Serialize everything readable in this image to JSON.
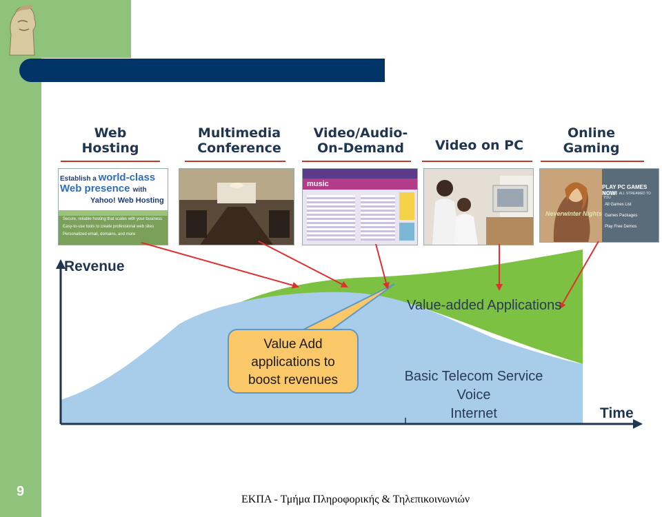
{
  "page": {
    "number": "9",
    "footer": "ΕΚΠΑ - Τμήμα Πληροφορικής & Τηλεπικοινωνιών"
  },
  "colors": {
    "green_bar": "#8fc37c",
    "title_bar": "#003366",
    "area_green": "#7dc142",
    "area_blue": "#a7cdea",
    "arrow": "#e02f2f",
    "callout": "#fbc869",
    "callout_border": "#5c97c6"
  },
  "categories": [
    {
      "label": "Web\nHosting"
    },
    {
      "label": "Multimedia\nConference"
    },
    {
      "label": "Video/Audio-\nOn-Demand"
    },
    {
      "label": "Video on PC"
    },
    {
      "label": "Online\nGaming"
    }
  ],
  "thumbs": {
    "web": {
      "line1a": "Establish a",
      "line1b": "world-class",
      "line2a": "Web presence",
      "line2b": "with",
      "line3": "Yahoo! Web Hosting",
      "bullets": [
        "Secure, reliable hosting that scales with your business",
        "Easy-to-use tools to create professional web sites",
        "Personalized email, domains, and more"
      ]
    },
    "vod": {
      "banner": "music"
    },
    "game": {
      "headline": "PLAY PC GAMES NOW!",
      "subline": "NO CDs · ALL STREAMED TO YOU",
      "menu": [
        "All Games List",
        "Games Packages",
        "Play Free Demos"
      ],
      "logo": "Neverwinter Nights"
    }
  },
  "diagram": {
    "y_label": "Revenue",
    "x_label": "Time",
    "upper_area_label": "Value-added Applications",
    "lower_area_label": [
      "Basic Telecom Service",
      "Voice",
      "Internet"
    ],
    "callout": [
      "Value Add",
      "applications to",
      "boost revenues"
    ]
  }
}
